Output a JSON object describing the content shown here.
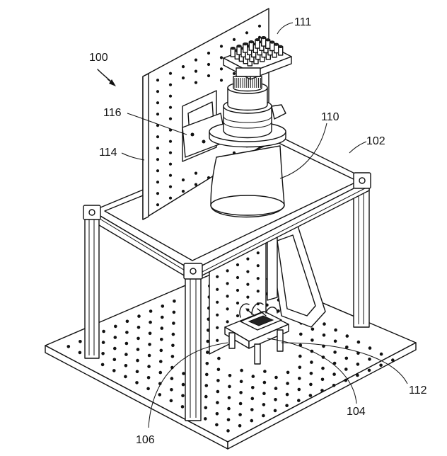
{
  "figure": {
    "labels": {
      "assembly": "100",
      "frame": "102",
      "sample_stage": "104",
      "lower_platform": "106",
      "lens_unit": "110",
      "collet_array": "111",
      "holder": "112",
      "back_plate": "114",
      "bracket": "116"
    }
  }
}
